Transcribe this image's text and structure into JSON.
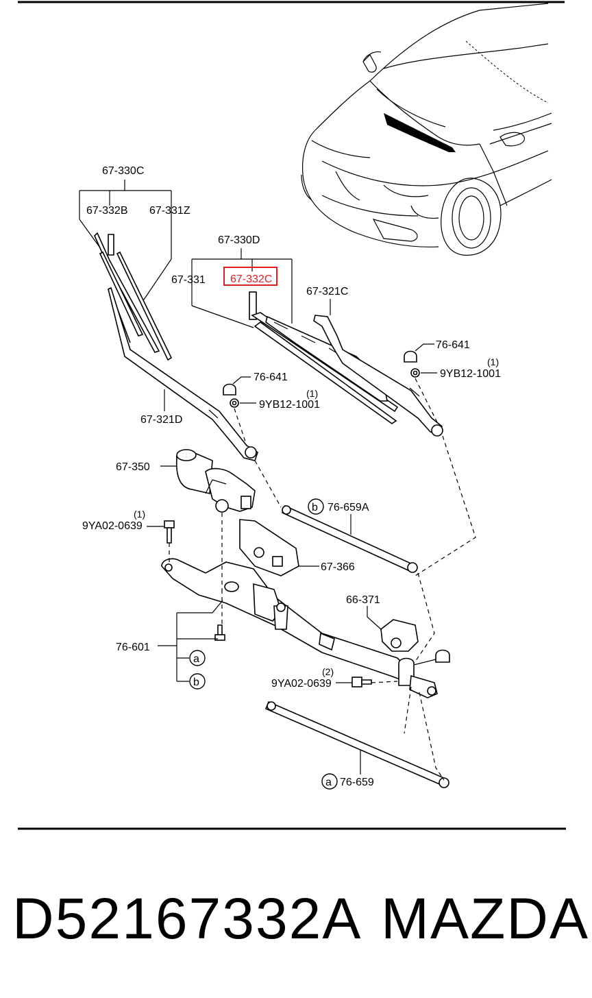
{
  "diagram": {
    "highlight_color": "#e02020",
    "labels": {
      "l_67_330C": "67-330C",
      "l_67_332B": "67-332B",
      "l_67_331Z": "67-331Z",
      "l_67_330D": "67-330D",
      "l_67_331": "67-331",
      "l_67_332C": "67-332C",
      "l_67_321C": "67-321C",
      "l_76_641_a": "76-641",
      "l_9YB12_1001_a": "9YB12-1001",
      "l_qty_a": "(1)",
      "l_76_641_b": "76-641",
      "l_9YB12_1001_b": "9YB12-1001",
      "l_qty_b": "(1)",
      "l_67_321D": "67-321D",
      "l_67_350": "67-350",
      "l_9YA02_0639_a": "9YA02-0639",
      "l_qty_c": "(1)",
      "l_76_659A": "76-659A",
      "l_circ_b1": "b",
      "l_67_366": "67-366",
      "l_66_371": "66-371",
      "l_76_601": "76-601",
      "l_circ_a1": "a",
      "l_circ_b2": "b",
      "l_9YA02_0639_b": "9YA02-0639",
      "l_qty_d": "(2)",
      "l_76_659": "76-659",
      "l_circ_a2": "a"
    }
  },
  "footer": {
    "part_number": "D52167332A",
    "brand": "MAZDA"
  }
}
